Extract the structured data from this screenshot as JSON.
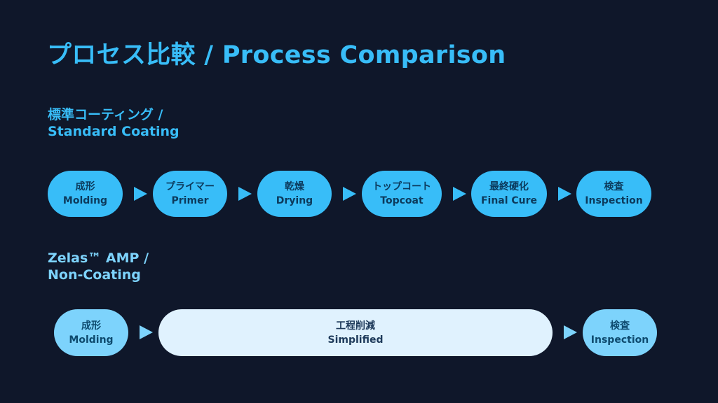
{
  "title": "プロセス比較 / Process Comparison",
  "standard": {
    "heading_ja": "標準コーティング /",
    "heading_en": "Standard Coating",
    "steps": [
      {
        "ja": "成形",
        "en": "Molding"
      },
      {
        "ja": "プライマー",
        "en": "Primer"
      },
      {
        "ja": "乾燥",
        "en": "Drying"
      },
      {
        "ja": "トップコート",
        "en": "Topcoat"
      },
      {
        "ja": "最終硬化",
        "en": "Final Cure"
      },
      {
        "ja": "検査",
        "en": "Inspection"
      }
    ]
  },
  "zelas": {
    "heading_1": "Zelas™ AMP /",
    "heading_2": "Non-Coating",
    "steps": [
      {
        "ja": "成形",
        "en": "Molding"
      },
      {
        "ja": "工程削減",
        "en": "Simplified"
      },
      {
        "ja": "検査",
        "en": "Inspection"
      }
    ]
  },
  "colors": {
    "background": "#0f172a",
    "accent": "#38bdf8",
    "light": "#7dd3fc",
    "pale": "#e0f2fe"
  }
}
